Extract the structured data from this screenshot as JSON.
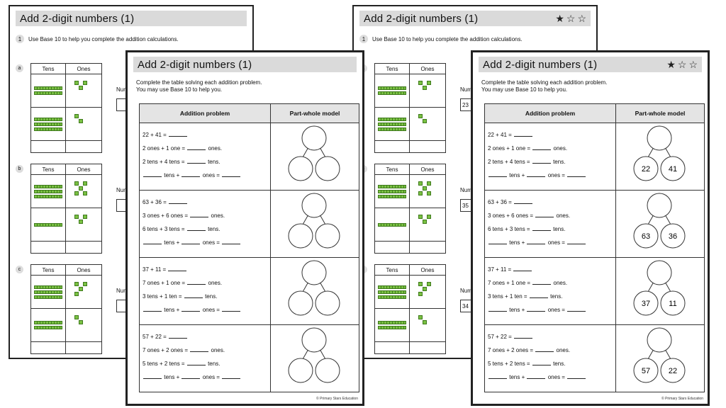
{
  "sheet1": {
    "title": "Add 2-digit numbers (1)",
    "question_number": "1",
    "instruction": "Use Base 10 to help you complete the addition calculations.",
    "col_tens": "Tens",
    "col_ones": "Ones",
    "num_label": "Num",
    "parts": [
      {
        "label": "a",
        "box": ""
      },
      {
        "label": "b",
        "box": ""
      },
      {
        "label": "c",
        "box": ""
      }
    ]
  },
  "sheet3": {
    "title": "Add 2-digit numbers (1)",
    "question_number": "1",
    "instruction": "Use Base 10 to help you complete the addition calculations.",
    "col_tens": "Tens",
    "col_ones": "Ones",
    "num_label": "Num",
    "parts": [
      {
        "label": "a",
        "box": "23"
      },
      {
        "label": "b",
        "box": "35"
      },
      {
        "label": "c",
        "box": "34"
      }
    ]
  },
  "sheet2": {
    "title": "Add 2-digit numbers (1)",
    "intro_line1": "Complete the table solving each addition problem.",
    "intro_line2": "You may use Base 10 to help you.",
    "header_problem": "Addition problem",
    "header_model": "Part-whole model",
    "problems": [
      {
        "l1": "22 + 41 =",
        "l2a": "2 ones + 1 one =",
        "l2b": "ones.",
        "l3a": "2 tens + 4 tens =",
        "l3b": "tens.",
        "l4a": "tens +",
        "l4b": "ones =",
        "p1": "",
        "p2": ""
      },
      {
        "l1": "63 + 36 =",
        "l2a": "3 ones + 6 ones =",
        "l2b": "ones.",
        "l3a": "6 tens + 3 tens =",
        "l3b": "tens.",
        "l4a": "tens +",
        "l4b": "ones =",
        "p1": "",
        "p2": ""
      },
      {
        "l1": "37 + 11 =",
        "l2a": "7 ones + 1 one =",
        "l2b": "ones.",
        "l3a": "3 tens + 1 ten =",
        "l3b": "tens.",
        "l4a": "tens +",
        "l4b": "ones =",
        "p1": "",
        "p2": ""
      },
      {
        "l1": "57 + 22 =",
        "l2a": "7 ones + 2 ones =",
        "l2b": "ones.",
        "l3a": "5 tens + 2 tens =",
        "l3b": "tens.",
        "l4a": "tens +",
        "l4b": "ones =",
        "p1": "",
        "p2": ""
      }
    ],
    "footer": "© Primary Stars Education"
  },
  "sheet4": {
    "title": "Add 2-digit numbers (1)",
    "intro_line1": "Complete the table solving each addition problem.",
    "intro_line2": "You may use Base 10 to help you.",
    "header_problem": "Addition problem",
    "header_model": "Part-whole model",
    "problems": [
      {
        "l1": "22 + 41 =",
        "l2a": "2 ones + 1 one =",
        "l2b": "ones.",
        "l3a": "2 tens + 4 tens =",
        "l3b": "tens.",
        "l4a": "tens +",
        "l4b": "ones =",
        "p1": "22",
        "p2": "41"
      },
      {
        "l1": "63 + 36 =",
        "l2a": "3 ones + 6 ones =",
        "l2b": "ones.",
        "l3a": "6 tens + 3 tens =",
        "l3b": "tens.",
        "l4a": "tens +",
        "l4b": "ones =",
        "p1": "63",
        "p2": "36"
      },
      {
        "l1": "37 + 11 =",
        "l2a": "7 ones + 1 one =",
        "l2b": "ones.",
        "l3a": "3 tens + 1 ten =",
        "l3b": "tens.",
        "l4a": "tens +",
        "l4b": "ones =",
        "p1": "37",
        "p2": "11"
      },
      {
        "l1": "57 + 22 =",
        "l2a": "7 ones + 2 ones =",
        "l2b": "ones.",
        "l3a": "5 tens + 2 tens =",
        "l3b": "tens.",
        "l4a": "tens +",
        "l4b": "ones =",
        "p1": "57",
        "p2": "22"
      }
    ],
    "footer": "© Primary Stars Education"
  },
  "base10_quantities": [
    {
      "top_tens": 2,
      "top_ones": 3,
      "bottom_tens": 3,
      "bottom_ones": 2
    },
    {
      "top_tens": 3,
      "top_ones": 5,
      "bottom_tens": 1,
      "bottom_ones": 3
    },
    {
      "top_tens": 3,
      "top_ones": 4,
      "bottom_tens": 2,
      "bottom_ones": 2
    }
  ],
  "colors": {
    "base10_fill": "#7ac143",
    "base10_edge": "#3f7a1c",
    "title_bar": "#dadada"
  },
  "icons": {
    "star_filled": "star-filled-icon",
    "star_empty": "star-empty-icon"
  }
}
